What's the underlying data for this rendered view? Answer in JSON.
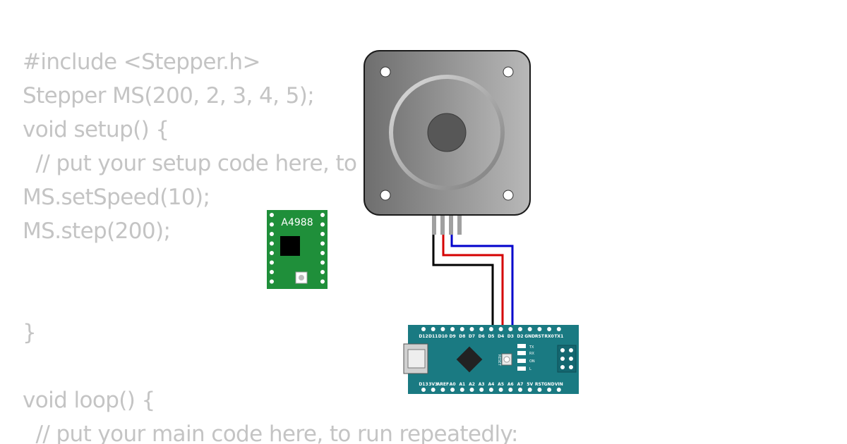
{
  "code_lines": [
    "#include <Stepper.h>",
    "Stepper MS(200, 2, 3, 4, 5);",
    "void setup() {",
    "  // put your setup code here, to",
    "MS.setSpeed(10);",
    "MS.step(200);",
    "",
    "",
    "}",
    "",
    "void loop() {",
    "  // put your main code here, to run repeatedly:"
  ],
  "driver": {
    "label": "A4988"
  },
  "nano": {
    "top_pins": [
      "D12",
      "D11",
      "D10",
      "D9",
      "D8",
      "D7",
      "D6",
      "D5",
      "D4",
      "D3",
      "D2",
      "GND",
      "RST",
      "RX0",
      "TX1"
    ],
    "bottom_pins": [
      "D13",
      "3V3",
      "AREF",
      "A0",
      "A1",
      "A2",
      "A3",
      "A4",
      "A5",
      "A6",
      "A7",
      "5V",
      "RST",
      "GND",
      "VIN"
    ],
    "reset_label": "RESET",
    "led_labels": [
      "TX",
      "RX",
      "ON",
      "L"
    ]
  },
  "wire_colors": {
    "black": "#000000",
    "red": "#d40000",
    "blue": "#0000cc"
  },
  "colors": {
    "code_text": "#c4c4c4",
    "driver_board": "#1f8f3a",
    "nano_board": "#1a7a82",
    "motor_body": "#8a8a8a"
  }
}
